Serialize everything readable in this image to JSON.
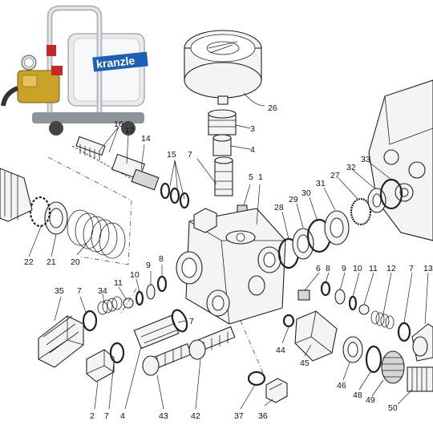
{
  "brand": {
    "logo_text": "kranzle",
    "colors": {
      "logo_blue": "#1f5fb4",
      "brass": "#c9a227",
      "red": "#c62828",
      "frame": "#b8bcc2"
    }
  },
  "callouts": [
    {
      "id": "c26",
      "text": "26"
    },
    {
      "id": "c3",
      "text": "3"
    },
    {
      "id": "c4a",
      "text": "4"
    },
    {
      "id": "c7a",
      "text": "7"
    },
    {
      "id": "c5",
      "text": "5"
    },
    {
      "id": "c1",
      "text": "1"
    },
    {
      "id": "c15",
      "text": "15"
    },
    {
      "id": "c14",
      "text": "14"
    },
    {
      "id": "c17",
      "text": "17"
    },
    {
      "id": "c16",
      "text": "16"
    },
    {
      "id": "c22",
      "text": "22"
    },
    {
      "id": "c21",
      "text": "21"
    },
    {
      "id": "c20",
      "text": "20"
    },
    {
      "id": "c35",
      "text": "35"
    },
    {
      "id": "c7b",
      "text": "7"
    },
    {
      "id": "c34",
      "text": "34"
    },
    {
      "id": "c11a",
      "text": "11"
    },
    {
      "id": "c10a",
      "text": "10"
    },
    {
      "id": "c9a",
      "text": "9"
    },
    {
      "id": "c8a",
      "text": "8"
    },
    {
      "id": "c7c",
      "text": "7"
    },
    {
      "id": "c2",
      "text": "2"
    },
    {
      "id": "c7d",
      "text": "7"
    },
    {
      "id": "c4b",
      "text": "4"
    },
    {
      "id": "c43",
      "text": "43"
    },
    {
      "id": "c42",
      "text": "42"
    },
    {
      "id": "c37",
      "text": "37"
    },
    {
      "id": "c36",
      "text": "36"
    },
    {
      "id": "c44",
      "text": "44"
    },
    {
      "id": "c45",
      "text": "45"
    },
    {
      "id": "c46",
      "text": "46"
    },
    {
      "id": "c48",
      "text": "48"
    },
    {
      "id": "c49",
      "text": "49"
    },
    {
      "id": "c50",
      "text": "50"
    },
    {
      "id": "c28",
      "text": "28"
    },
    {
      "id": "c29",
      "text": "29"
    },
    {
      "id": "c30",
      "text": "30"
    },
    {
      "id": "c31",
      "text": "31"
    },
    {
      "id": "c27",
      "text": "27"
    },
    {
      "id": "c32",
      "text": "32"
    },
    {
      "id": "c33",
      "text": "33"
    },
    {
      "id": "c6",
      "text": "6"
    },
    {
      "id": "c8b",
      "text": "8"
    },
    {
      "id": "c9b",
      "text": "9"
    },
    {
      "id": "c10b",
      "text": "10"
    },
    {
      "id": "c11b",
      "text": "11"
    },
    {
      "id": "c12",
      "text": "12"
    },
    {
      "id": "c7e",
      "text": "7"
    },
    {
      "id": "c13",
      "text": "13"
    }
  ]
}
